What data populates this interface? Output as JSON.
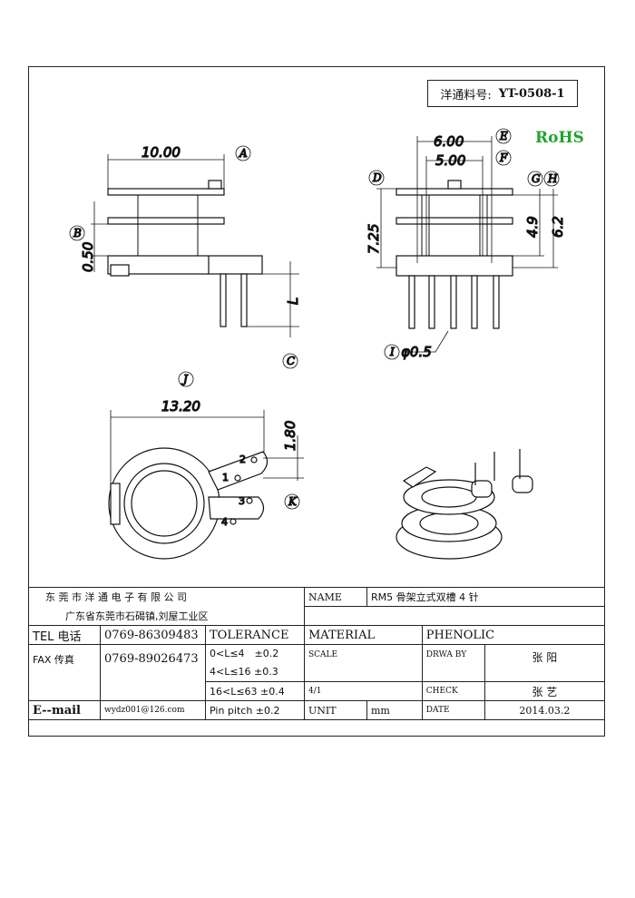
{
  "part_number": {
    "label": "洋通料号:",
    "value": "YT-0508-1"
  },
  "rohs": "RoHS",
  "dimensions": {
    "A": "10.00",
    "B": "0.50",
    "C": "L",
    "D": "7.25",
    "E": "6.00",
    "F": "5.00",
    "G": "4.9",
    "H": "6.2",
    "I": "φ0.5",
    "J": "13.20",
    "K": "1.80"
  },
  "callouts": [
    "A",
    "B",
    "C",
    "D",
    "E",
    "F",
    "G",
    "H",
    "I",
    "J",
    "K"
  ],
  "pins": [
    "2",
    "1",
    "3",
    "4"
  ],
  "title_block": {
    "company": "东 莞 市 洋 通 电 子 有 限 公 司",
    "address": "广东省东莞市石碣镇,刘屋工业区",
    "name_label": "NAME",
    "name_value": "RM5 骨架立式双槽 4 针",
    "tel_label": "TEL 电话",
    "tel_value": "0769-86309483",
    "tolerance_label": "TOLERANCE",
    "material_label": "MATERIAL",
    "material_value": "PHENOLIC",
    "fax_label": "FAX 传真",
    "fax_value": "0769-89026473",
    "tol_1": "0<L≤4　±0.2",
    "tol_2": "4<L≤16 ±0.3",
    "tol_3": "16<L≤63 ±0.4",
    "tol_4": "Pin pitch ±0.2",
    "scale_label": "SCALE",
    "scale_value": "4/1",
    "drawby_label": "DRWA BY",
    "drawby_value": "张 阳",
    "check_label": "CHECK",
    "check_value": "张 艺",
    "email_label": "E--mail",
    "email_value": "wydz001@126.com",
    "unit_label": "UNIT",
    "unit_value": "mm",
    "date_label": "DATE",
    "date_value": "2014.03.2"
  }
}
